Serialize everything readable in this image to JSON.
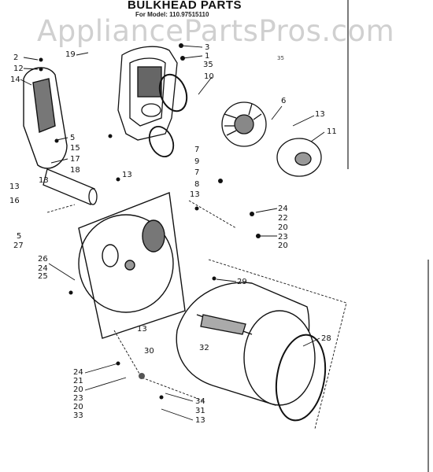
{
  "title": "BULKHEAD PARTS",
  "model_line": "For Model: 110.97515110",
  "watermark": "AppliancePartsPros.com",
  "corner_mark": "35",
  "callouts": [
    "2",
    "12",
    "14",
    "19",
    "3",
    "1",
    "35",
    "10",
    "6",
    "13",
    "11",
    "5",
    "15",
    "17",
    "18",
    "13",
    "13",
    "16",
    "13",
    "5",
    "27",
    "7",
    "9",
    "7",
    "8",
    "13",
    "24",
    "22",
    "20",
    "23",
    "20",
    "26",
    "24",
    "25",
    "29",
    "13",
    "30",
    "32",
    "28",
    "24",
    "21",
    "20",
    "23",
    "20",
    "33",
    "34",
    "31",
    "13"
  ]
}
